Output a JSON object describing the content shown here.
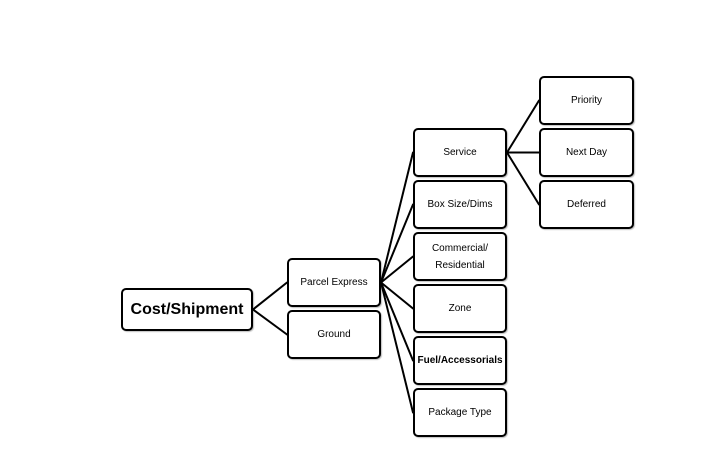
{
  "diagram": {
    "root": {
      "label": "Cost/Shipment"
    },
    "level1": [
      {
        "label": "Parcel Express"
      },
      {
        "label": "Ground"
      }
    ],
    "level2": [
      {
        "label": "Service"
      },
      {
        "label": "Box Size/Dims"
      },
      {
        "label": "Commercial/\nResidential"
      },
      {
        "label": "Zone"
      },
      {
        "label": "Fuel/Accessorials"
      },
      {
        "label": "Package Type"
      }
    ],
    "level3": [
      {
        "label": "Priority"
      },
      {
        "label": "Next Day"
      },
      {
        "label": "Deferred"
      }
    ],
    "edges": [
      {
        "from": "Cost/Shipment",
        "to": "Parcel Express"
      },
      {
        "from": "Cost/Shipment",
        "to": "Ground"
      },
      {
        "from": "Parcel Express",
        "to": "Service"
      },
      {
        "from": "Parcel Express",
        "to": "Box Size/Dims"
      },
      {
        "from": "Parcel Express",
        "to": "Commercial/Residential"
      },
      {
        "from": "Parcel Express",
        "to": "Zone"
      },
      {
        "from": "Parcel Express",
        "to": "Fuel/Accessorials"
      },
      {
        "from": "Parcel Express",
        "to": "Package Type"
      },
      {
        "from": "Service",
        "to": "Priority"
      },
      {
        "from": "Service",
        "to": "Next Day"
      },
      {
        "from": "Service",
        "to": "Deferred"
      }
    ],
    "colors": {
      "stroke": "#000000",
      "fill": "#ffffff"
    }
  }
}
